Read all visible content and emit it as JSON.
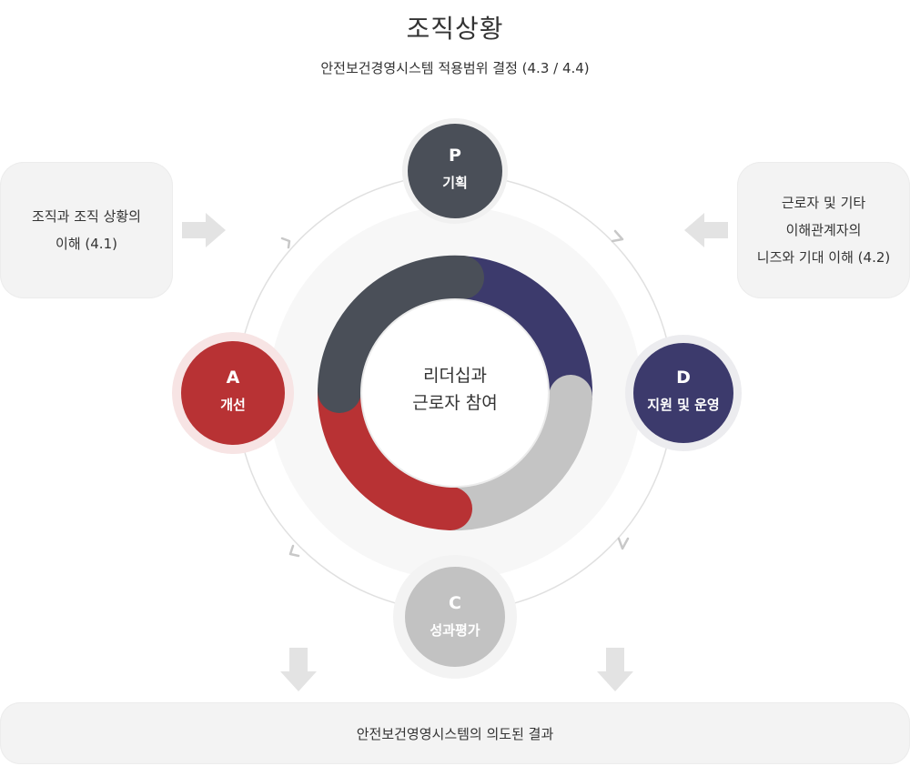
{
  "header": {
    "title": "조직상황",
    "subtitle": "안전보건경영시스템 적용범위 결정 (4.3 / 4.4)"
  },
  "inputs": {
    "left": "조직과 조직 상황의\n이해 (4.1)",
    "right": "근로자 및 기타\n이해관계자의\n니즈와 기대 이해 (4.2)"
  },
  "cycle": {
    "center": "리더십과\n근로자 참여",
    "nodes": [
      {
        "id": "P",
        "letter": "P",
        "label": "기획",
        "color": "#4a4f58"
      },
      {
        "id": "D",
        "letter": "D",
        "label": "지원 및 운영",
        "color": "#3c3a6c"
      },
      {
        "id": "C",
        "letter": "C",
        "label": "성과평가",
        "color": "#c2c2c2"
      },
      {
        "id": "A",
        "letter": "A",
        "label": "개선",
        "color": "#b83234"
      }
    ]
  },
  "output": {
    "label": "안전보건영영시스템의 의도된 결과"
  }
}
